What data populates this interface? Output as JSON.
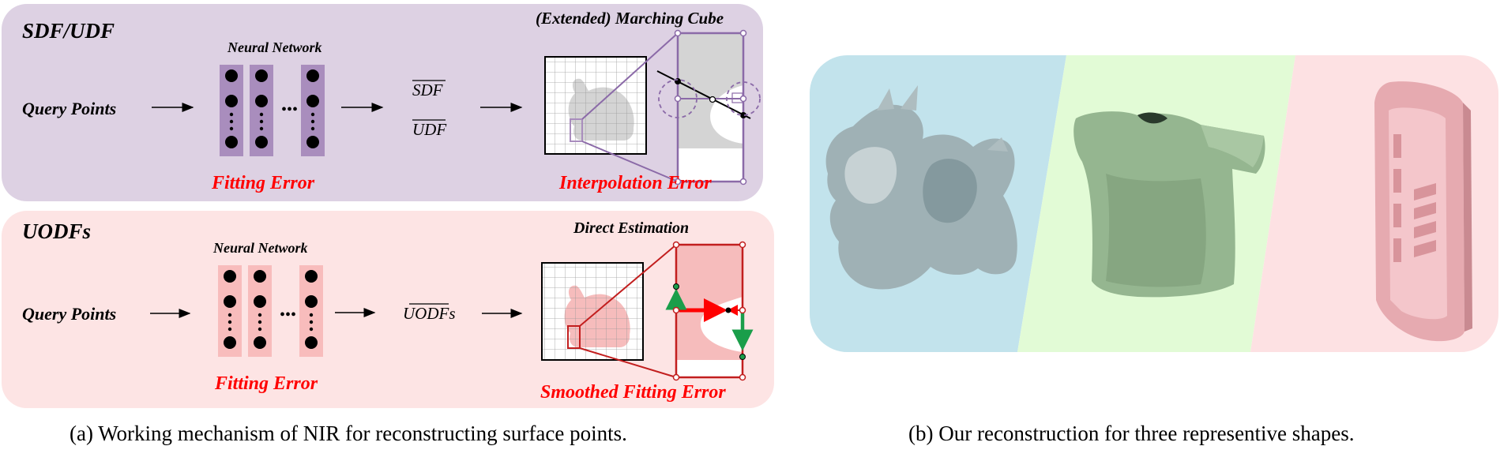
{
  "panel_a": {
    "top": {
      "title": "SDF/UDF",
      "nn_label": "Neural Network",
      "query_label": "Query Points",
      "output_1": "SDF",
      "output_2": "UDF",
      "mc_label": "(Extended) Marching Cube",
      "fitting_error": "Fitting Error",
      "interp_error": "Interpolation Error",
      "dots": "•••"
    },
    "bottom": {
      "title": "UODFs",
      "nn_label": "Neural Network",
      "query_label": "Query Points",
      "output_1": "UODFs",
      "direct_label": "Direct Estimation",
      "fitting_error": "Fitting Error",
      "smoothed_error": "Smoothed Fitting Error",
      "dots": "•••"
    },
    "caption": "(a) Working mechanism of NIR for reconstructing surface points."
  },
  "panel_b": {
    "caption": "(b) Our reconstruction for three representive shapes."
  },
  "colors": {
    "top_bg": "#ddd1e3",
    "bottom_bg": "#fde4e4",
    "top_accent": "#a98dbd",
    "bottom_accent": "#f8bcbc",
    "red_text": "#ff0000",
    "blue_panel": "#c2e3ec",
    "green_panel": "#e2fbd6",
    "pink_panel": "#fde1e3"
  }
}
